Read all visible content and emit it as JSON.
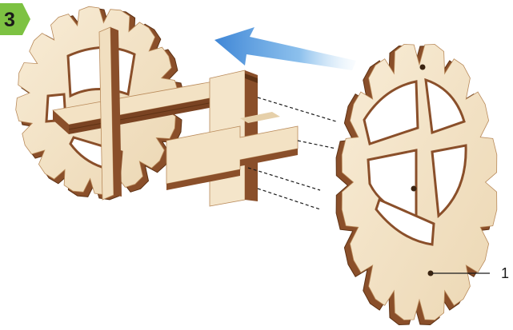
{
  "step": {
    "number": "3",
    "badge_color": "#7dc242"
  },
  "callout": {
    "label": "1"
  },
  "colors": {
    "wood_face": "#f1dfc0",
    "wood_face_light": "#f7ead2",
    "wood_edge": "#8a4f2a",
    "wood_edge_dark": "#5e3214",
    "arrow": "#4a90d9",
    "guide_line": "#1a1a1a"
  },
  "icons": {
    "direction_arrow": "assembly-direction-arrow-icon",
    "left_assembly": "gear-axle-assembly",
    "right_part": "gear-wheel-part"
  }
}
